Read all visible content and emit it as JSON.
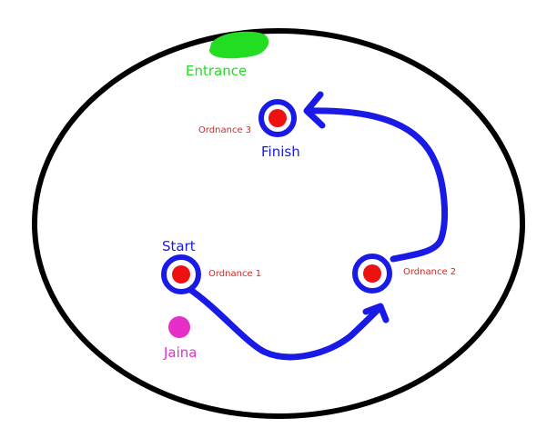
{
  "labels": {
    "entrance": "Entrance",
    "start": "Start",
    "finish": "Finish",
    "jaina": "Jaina",
    "ordnance_1": "Ordnance 1",
    "ordnance_2": "Ordnance 2",
    "ordnance_3": "Ordnance 3"
  },
  "colors": {
    "background": "#ffffff",
    "arena_border": "#000000",
    "entrance": "#22dd22",
    "path": "#1a1ae6",
    "ordnance": "#ee1111",
    "ordnance_text": "#dd2222",
    "jaina": "#e62fc8",
    "blue_text": "#1a1ae6"
  },
  "icons": {
    "entrance_marker": "green-blob",
    "ordnance_marker": "red-dot-in-blue-ring",
    "jaina_marker": "magenta-dot",
    "path_arrow": "arrowhead"
  }
}
